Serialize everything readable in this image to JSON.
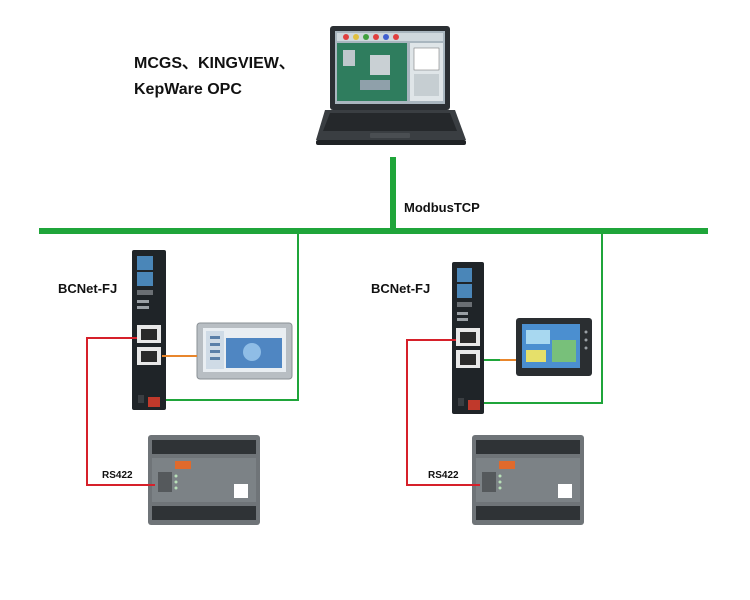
{
  "software": {
    "line1": "MCGS、KINGVIEW、",
    "line2": "KepWare OPC"
  },
  "network": {
    "protocol": "ModbusTCP"
  },
  "nodes": [
    {
      "gateway_label": "BCNet-FJ",
      "serial_label": "RS422"
    },
    {
      "gateway_label": "BCNet-FJ",
      "serial_label": "RS422"
    }
  ],
  "colors": {
    "ethernet": "#1fa53a",
    "serial": "#d6202a",
    "hmi_link": "#e8862c",
    "gateway_body": "#1f2428",
    "plc_body": "#6f7478"
  }
}
